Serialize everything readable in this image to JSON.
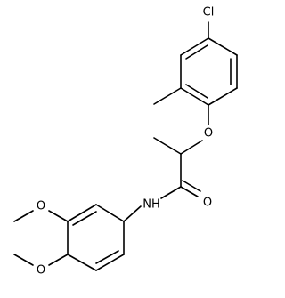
{
  "molecule": {
    "atoms": {
      "chlorine": "Cl",
      "ether_oxygen": "O",
      "carbonyl_oxygen": "O",
      "amide_nitrogen": "NH",
      "methoxy_oxygen_1": "O",
      "methoxy_oxygen_2": "O"
    }
  },
  "colors": {
    "bond": "#000000",
    "label": "#000000",
    "background": "#ffffff"
  }
}
